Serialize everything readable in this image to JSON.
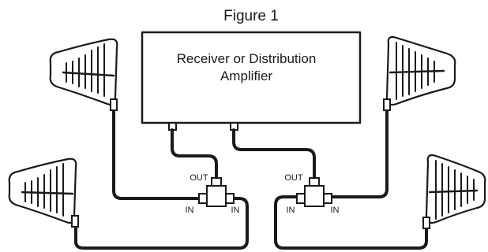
{
  "figure": {
    "title": "Figure 1"
  },
  "box": {
    "label_line1": "Receiver or Distribution",
    "label_line2": "Amplifier"
  },
  "splitter_left": {
    "out_label": "OUT",
    "in_left_label": "IN",
    "in_right_label": "IN"
  },
  "splitter_right": {
    "out_label": "OUT",
    "in_left_label": "IN",
    "in_right_label": "IN"
  }
}
